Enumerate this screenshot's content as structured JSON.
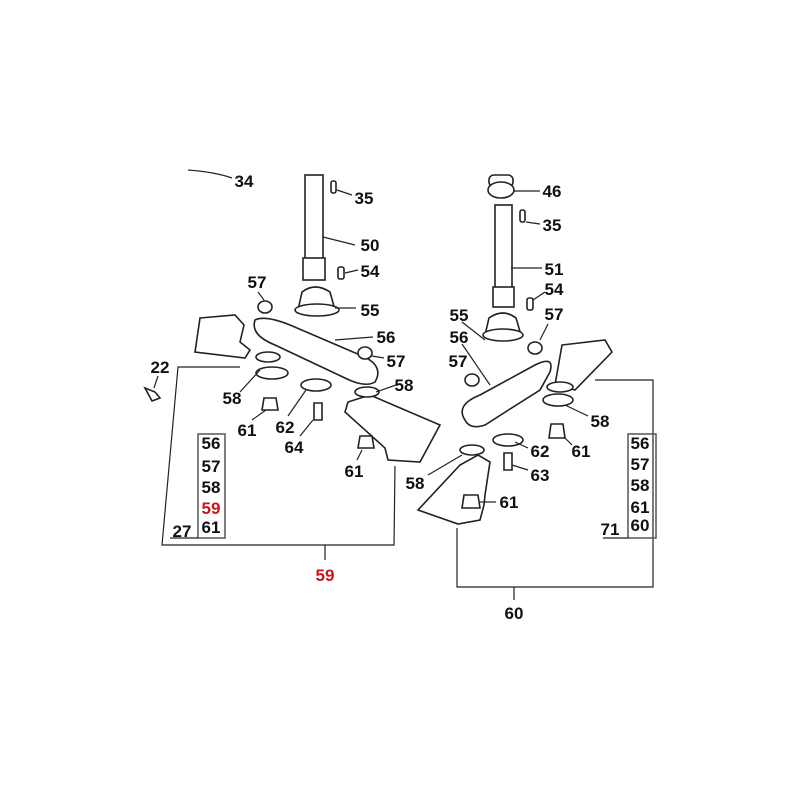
{
  "title": "Blade assembly exploded parts diagram",
  "colors": {
    "highlight": "#c8161d",
    "ink": "#111111"
  },
  "left_assembly": {
    "labels": [
      "34",
      "35",
      "50",
      "54",
      "57",
      "55",
      "56",
      "57",
      "58",
      "22",
      "58",
      "61",
      "62",
      "64",
      "61"
    ],
    "kit_box": [
      "56",
      "57",
      "58",
      "59",
      "61"
    ],
    "kit_box_highlight": "59",
    "kit_ref": "27",
    "group_label": "59"
  },
  "right_assembly": {
    "labels": [
      "46",
      "35",
      "51",
      "54",
      "55",
      "57",
      "56",
      "57",
      "58",
      "62",
      "61",
      "63",
      "58",
      "61"
    ],
    "kit_box": [
      "56",
      "57",
      "58",
      "61",
      "60"
    ],
    "kit_ref": "71",
    "group_label": "60"
  }
}
